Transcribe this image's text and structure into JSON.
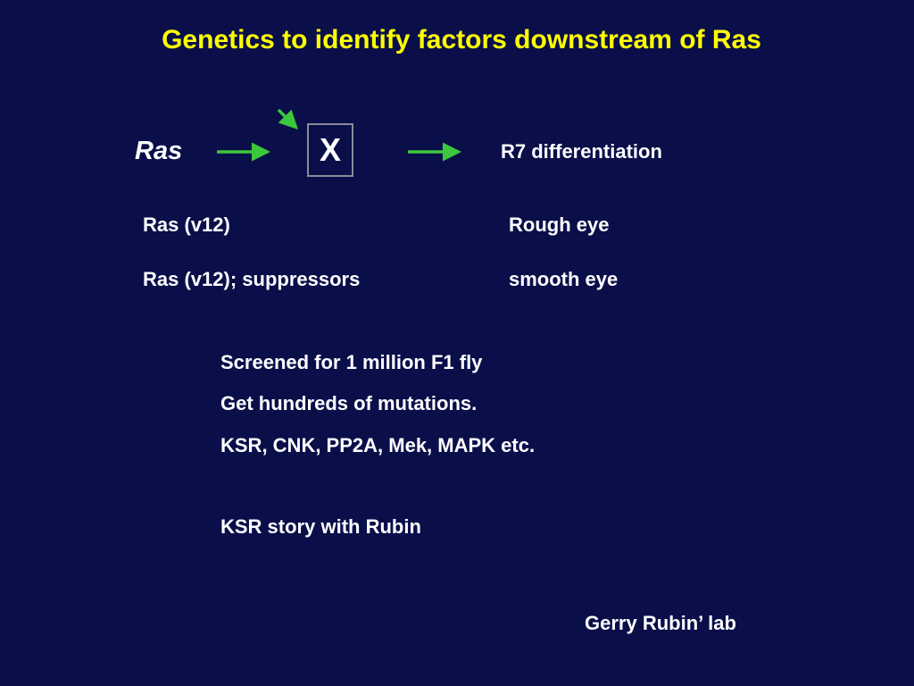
{
  "slide": {
    "title": "Genetics to identify factors downstream of Ras"
  },
  "pathway": {
    "upstream": "Ras",
    "unknown_factor": "X",
    "output": "R7 differentiation",
    "arrow_color": "#3cc83c"
  },
  "screen_table": [
    {
      "genotype": "Ras (v12)",
      "phenotype": "Rough eye"
    },
    {
      "genotype": "Ras (v12); suppressors",
      "phenotype": "smooth eye"
    }
  ],
  "notes": [
    "Screened for 1 million F1 fly",
    "Get hundreds of mutations.",
    "KSR, CNK, PP2A, Mek, MAPK  etc.",
    "KSR story with Rubin"
  ],
  "credit": "Gerry Rubin’ lab",
  "colors": {
    "background": "#0a0f4a",
    "title": "#ffff00",
    "text": "#ffffff"
  }
}
